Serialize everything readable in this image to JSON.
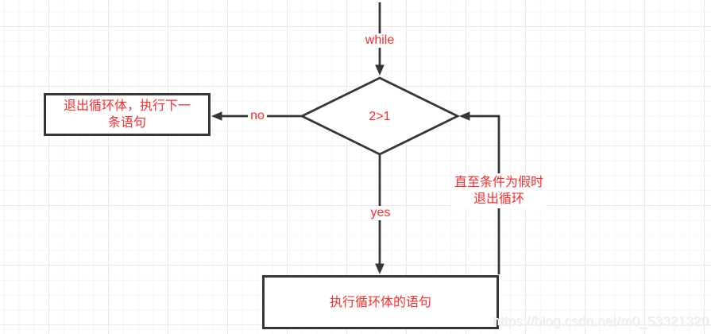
{
  "flowchart": {
    "start_label": "while",
    "condition": {
      "text": "2>1"
    },
    "branch_no": {
      "label": "no"
    },
    "branch_yes": {
      "label": "yes"
    },
    "exit_box": {
      "line1": "退出循环体，执行下一",
      "line2": "条语句"
    },
    "body_box": {
      "text": "执行循环体的语句"
    },
    "loop_note": {
      "line1": "直至条件为假时",
      "line2": "退出循环"
    }
  },
  "watermark": {
    "text": "https://blog.csdn.net/m0_53321320"
  },
  "colors": {
    "line": "#363636",
    "red": "#fb2c2c",
    "grid_minor": "#f4f4f4",
    "grid_major": "#e8e8e8",
    "watermark": "#f2f2f2"
  }
}
